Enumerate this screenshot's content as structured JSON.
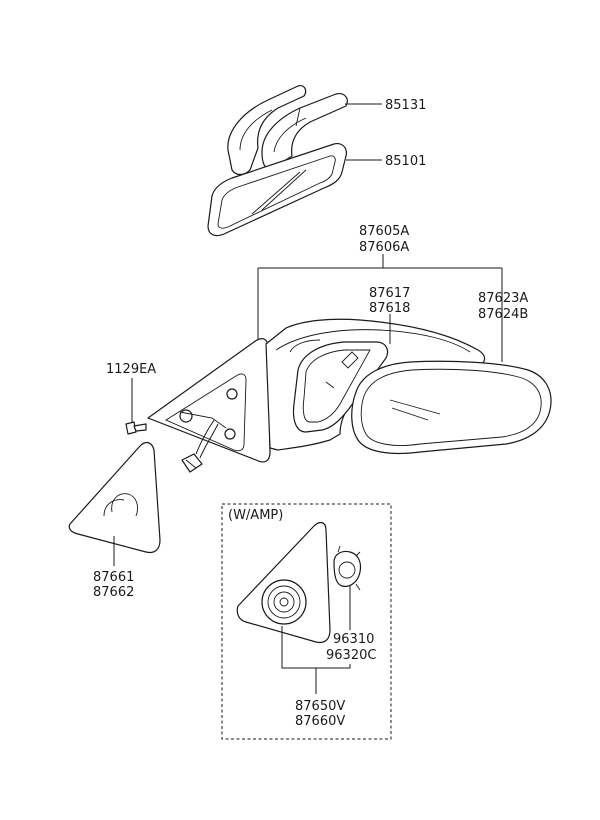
{
  "labels": {
    "p85131": "85131",
    "p85101": "85101",
    "p87605A": "87605A",
    "p87606A": "87606A",
    "p87617": "87617",
    "p87618": "87618",
    "p87623A": "87623A",
    "p87624B": "87624B",
    "p1129EA": "1129EA",
    "p87661": "87661",
    "p87662": "87662",
    "wamp": "(W/AMP)",
    "p96310": "96310",
    "p96320C": "96320C",
    "p87650V": "87650V",
    "p87660V": "87660V"
  }
}
